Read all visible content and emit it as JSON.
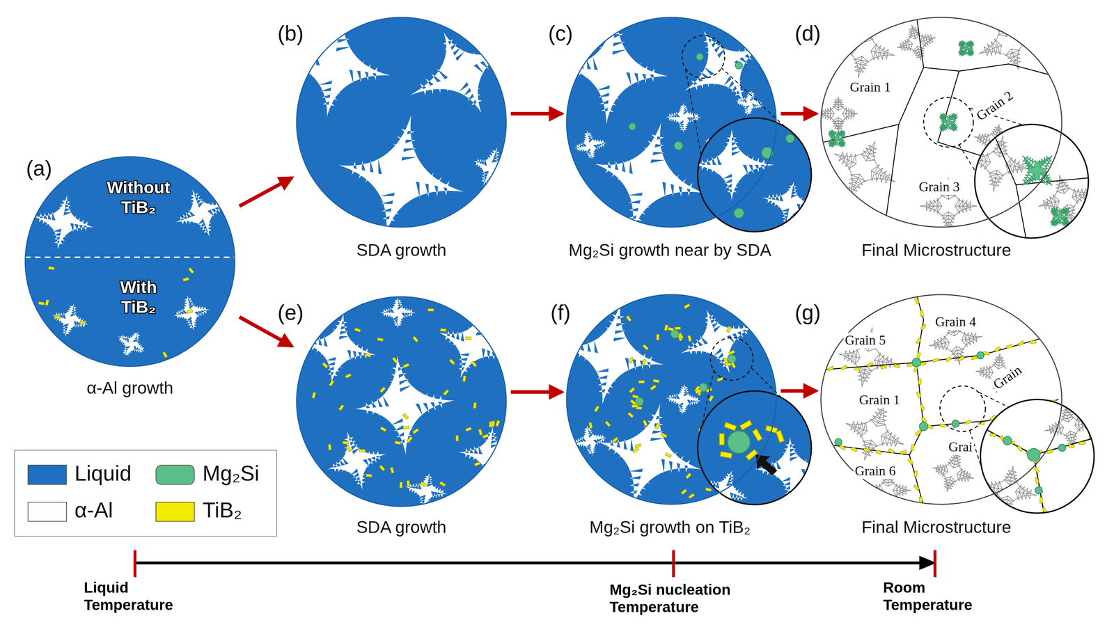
{
  "diagram": {
    "nodes": [
      {
        "text": [
          "(a)",
          "Without TiB₂",
          "With TiB₂",
          "α-Al growth"
        ]
      },
      {
        "text": [
          "(b)",
          "SDA growth"
        ]
      },
      {
        "text": [
          "(c)",
          "Mg₂Si growth near by SDA"
        ]
      },
      {
        "text": [
          "(d)",
          "Final Microstructure",
          "Grain 1",
          "Grain 2",
          "Grain 3"
        ]
      },
      {
        "text": [
          "(e)",
          "SDA growth"
        ]
      },
      {
        "text": [
          "(f)",
          "Mg₂Si growth on TiB₂"
        ]
      },
      {
        "text": [
          "(g)",
          "Final Microstructure",
          "Grain 5",
          "Grain 4",
          "Grain 1",
          "Grain",
          "Grai",
          "Grain 6"
        ]
      }
    ],
    "edges": [
      {
        "from": 0,
        "to": 1,
        "arrow": "to"
      },
      {
        "from": 0,
        "to": 4,
        "arrow": "to"
      },
      {
        "from": 1,
        "to": 2,
        "arrow": "to"
      },
      {
        "from": 2,
        "to": 3,
        "arrow": "to"
      },
      {
        "from": 4,
        "to": 5,
        "arrow": "to"
      },
      {
        "from": 5,
        "to": 6,
        "arrow": "to"
      }
    ],
    "labels": [
      "Liquid Temperature",
      "Mg₂Si nucleation Temperature",
      "Room Temperature"
    ],
    "legend": [
      {
        "text": "Liquid",
        "color": "#1f70c1"
      },
      {
        "text": "Mg₂Si",
        "color": "#5bbf8a"
      },
      {
        "text": "α-Al",
        "color": "#ffffff"
      },
      {
        "text": "TiB₂",
        "color": "#f2ec00"
      }
    ]
  }
}
